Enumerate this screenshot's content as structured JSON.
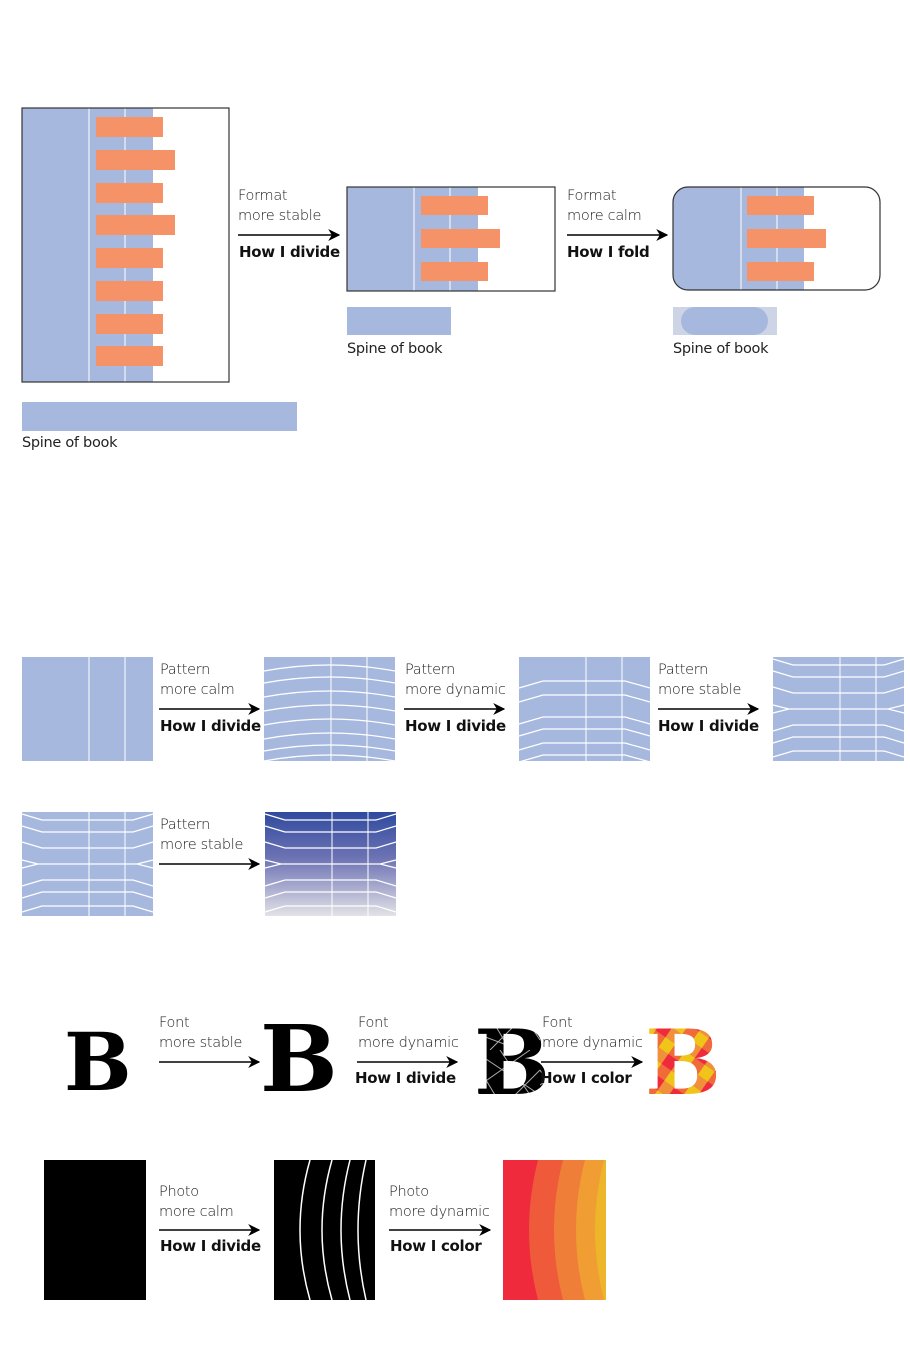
{
  "colors": {
    "blue": "#a7b8df",
    "orange": "#f59268",
    "gray_pill_bg": "#cdd4e6",
    "black": "#000000"
  },
  "section_format": {
    "step1": {
      "line1": "Format",
      "line2": "more stable",
      "action": "How I divide"
    },
    "step2": {
      "line1": "Format",
      "line2": "more calm",
      "action": "How I fold"
    },
    "spine_labels": [
      "Spine of book",
      "Spine of book",
      "Spine of book"
    ]
  },
  "section_pattern": {
    "steps": [
      {
        "line1": "Pattern",
        "line2": "more calm",
        "action": "How I divide"
      },
      {
        "line1": "Pattern",
        "line2": "more dynamic",
        "action": "How I divide"
      },
      {
        "line1": "Pattern",
        "line2": "more stable",
        "action": "How I divide"
      },
      {
        "line1": "Pattern",
        "line2": "more stable"
      }
    ]
  },
  "section_font": {
    "glyph": "B",
    "steps": [
      {
        "line1": "Font",
        "line2": "more stable"
      },
      {
        "line1": "Font",
        "line2": "more dynamic",
        "action": "How I divide"
      },
      {
        "line1": "Font",
        "line2": "more dynamic",
        "action": "How I color"
      }
    ]
  },
  "section_photo": {
    "steps": [
      {
        "line1": "Photo",
        "line2": "more calm",
        "action": "How I divide"
      },
      {
        "line1": "Photo",
        "line2": "more dynamic",
        "action": "How I color"
      }
    ],
    "color_bands": [
      "#ee2a3c",
      "#ee5a3a",
      "#ef7f38",
      "#f09d34",
      "#edb52a"
    ]
  }
}
